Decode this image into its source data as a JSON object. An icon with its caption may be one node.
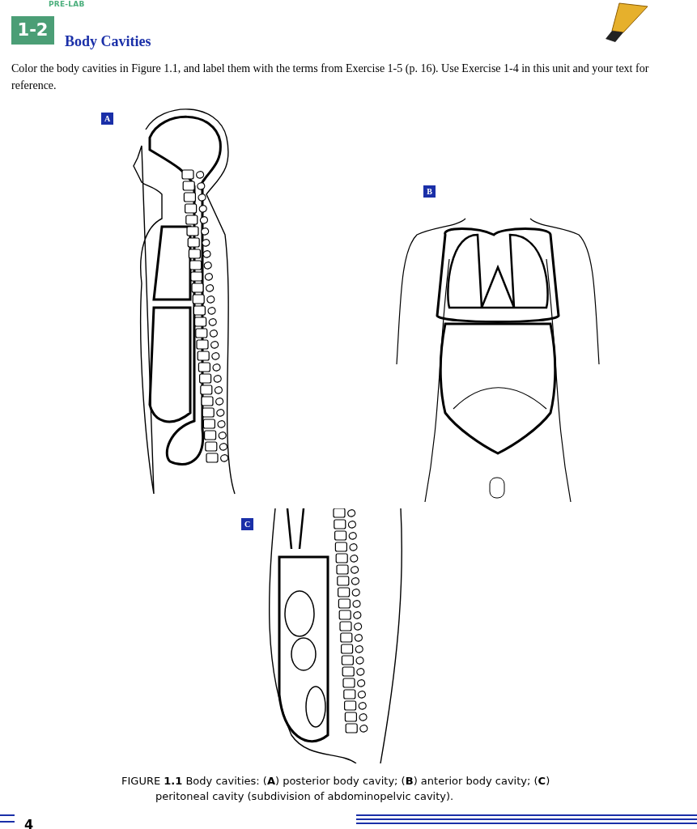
{
  "diagram": {
    "title": "Body Cavities",
    "caption": "FIGURE **1.1** Body cavities: (**A**) posterior body cavity; (**B**) anterior body cavity; (**C**) peritoneal cavity (subdivision of abdominopelvic cavity).",
    "labels": [
      "PRE-LAB",
      "1-2",
      "Color the body cavities in Figure 1.1, and label them with the terms from Exercise 1-5 (p. 16). Use Exercise 1-4 in this unit and your text for reference.",
      "A",
      "B",
      "C",
      "4"
    ]
  }
}
